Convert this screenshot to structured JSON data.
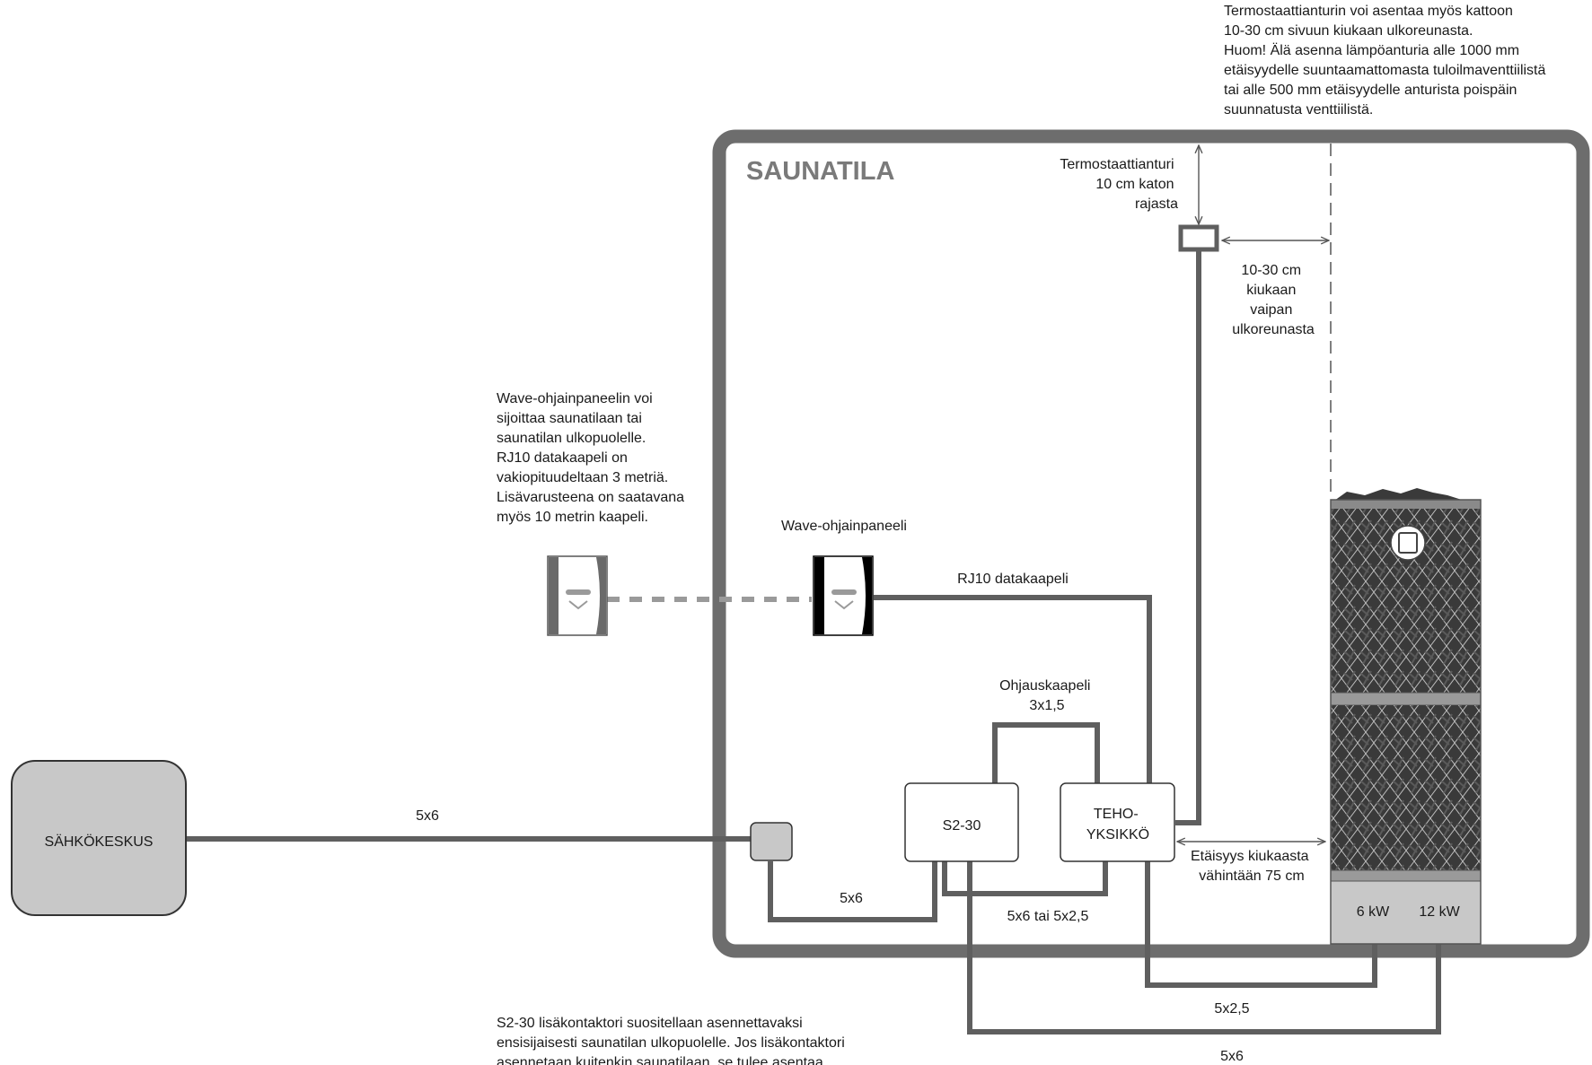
{
  "room": {
    "title": "SAUNATILA"
  },
  "notes": {
    "top_right": "Termostaattianturin voi asentaa myös kattoon\n10-30 cm sivuun kiukaan ulkoreunasta.\nHuom! Älä asenna lämpöanturia alle 1000 mm\netäisyydelle suuntaamattomasta tuloilmaventtiilistä\ntai alle 500 mm etäisyydelle anturista poispäin\nsuunnatusta venttiilistä.",
    "panel_left": "Wave-ohjainpaneelin voi\nsijoittaa saunatilaan tai\nsaunatilan ulkopuolelle.\nRJ10 datakaapeli on\nvakiopituudeltaan 3 metriä.\nLisävarusteena on saatavana\nmyös 10 metrin kaapeli.",
    "bottom": "S2-30 lisäkontaktori suositellaan asennettavaksi\nensisijaisesti saunatilan ulkopuolelle. Jos lisäkontaktori\nasennetaan kuitenkin saunatilaan, se tulee asentaa"
  },
  "sensor": {
    "label_lines": [
      "Termostaattianturi",
      "10 cm katon",
      "rajasta"
    ],
    "distance_lines": [
      "10-30 cm",
      "kiukaan",
      "vaipan",
      "ulkoreunasta"
    ]
  },
  "panel": {
    "label": "Wave-ohjainpaneeli"
  },
  "cables": {
    "rj10": "RJ10 datakaapeli",
    "control_lines": [
      "Ohjauskaapeli",
      "3x1,5"
    ],
    "main": "5x6",
    "junction_to_s2": "5x6",
    "s2_to_teho": "5x6 tai 5x2,5",
    "to_6kw": "5x2,5",
    "to_12kw": "5x6"
  },
  "devices": {
    "main_panel": "SÄHKÖKESKUS",
    "contactor": "S2-30",
    "power_unit_lines": [
      "TEHO-",
      "YKSIKKÖ"
    ]
  },
  "heater": {
    "clearance_lines": [
      "Etäisyys kiukaasta",
      "vähintään 75 cm"
    ],
    "power_left": "6 kW",
    "power_right": "12 kW"
  },
  "colors": {
    "wall": "#6d6d6d",
    "cable": "#5f5f5f",
    "device_fill": "#c8c8c8",
    "heater_body": "#3d3d3d",
    "heater_base": "#c8c8c8"
  }
}
